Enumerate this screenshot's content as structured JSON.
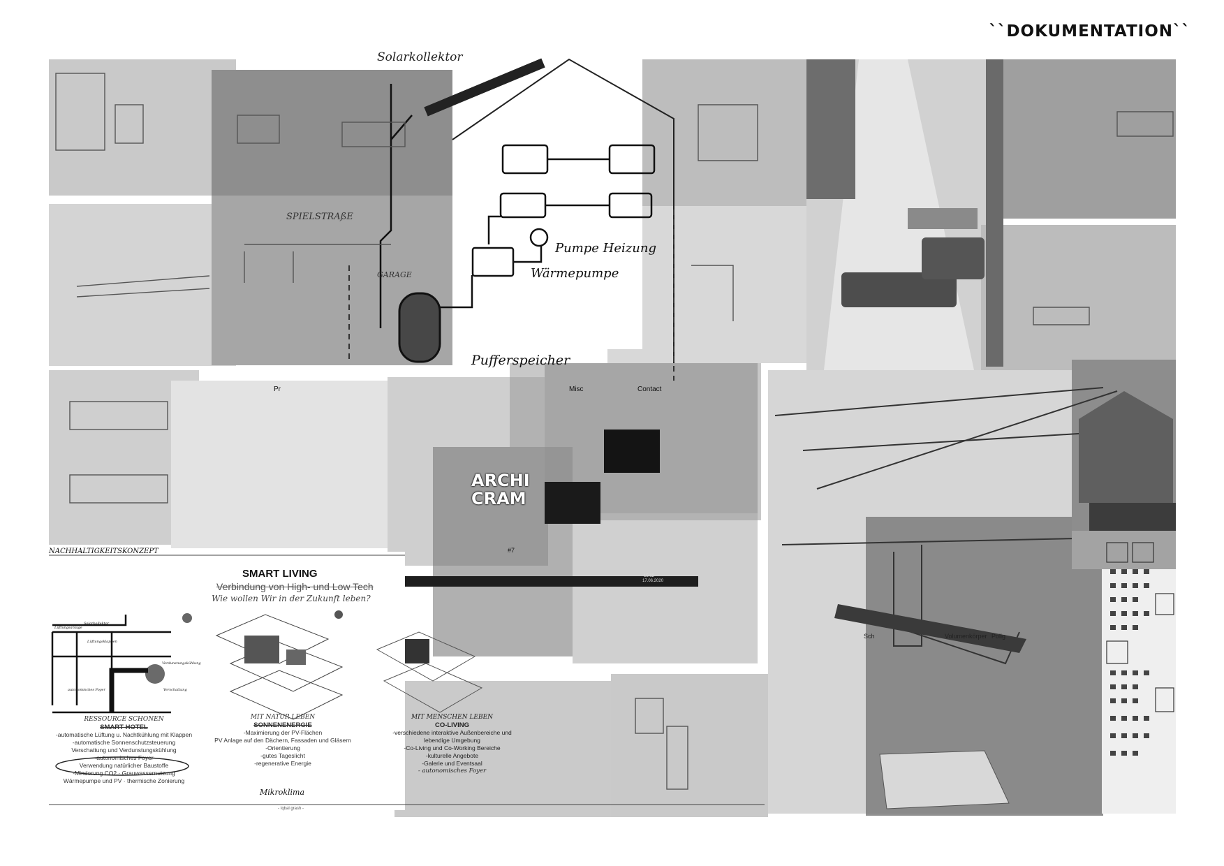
{
  "header": {
    "title": "``DOKUMENTATION``"
  },
  "sketch_labels": {
    "solar": "Solarkollektor",
    "spielstrasse": "SPIELSTRAßE",
    "garage": "GARAGE",
    "pumpe": "Pumpe Heizung",
    "waerme": "Wärmepumpe",
    "puffer": "Pufferspeicher"
  },
  "screen": {
    "tabs": [
      "Pr",
      "Misc",
      "Contact"
    ],
    "logo_lines": [
      "ARCHI",
      "CRAM"
    ],
    "page_number": "#7",
    "time": "15:12",
    "date": "17.06.2020"
  },
  "concept": {
    "heading": "NACHHALTIGKEITSKONZEPT",
    "title": "SMART LIVING",
    "subtitle": "Verbindung von High- und Low Tech",
    "question": "Wie wollen Wir in der Zukunft leben?",
    "columns": [
      {
        "hand": "RESSOURCE SCHONEN",
        "head": "SMART HOTEL",
        "lines": [
          "-automatische Lüftung u. Nachtkühlung mit Klappen",
          "-automatische Sonnenschutzsteuerung",
          "Verschattung und Verdunstungskühlung",
          "-autonomisches Foyer",
          "Verwendung natürlicher Baustoffe",
          "-Minderung CO2 · Grauwassernutzung",
          "Wärmepumpe und PV · thermische Zonierung"
        ]
      },
      {
        "hand": "MIT NATUR LEBEN",
        "head": "SONNENENERGIE",
        "lines": [
          "-Maximierung der PV-Flächen",
          "PV Anlage auf den Dächern, Fassaden und Gläsern",
          "-Orientierung",
          "-gutes Tageslicht",
          "-regenerative Energie"
        ]
      },
      {
        "hand": "MIT MENSCHEN LEBEN",
        "head": "CO-LIVING",
        "lines": [
          "-verschiedene interaktive Außenbereiche und lebendige Umgebung",
          "-Co-Living und Co-Working Bereiche",
          "-kulturelle Angebote",
          "-Galerie und Eventsaal",
          "- autonomisches Foyer"
        ]
      }
    ],
    "diagram": [
      "Lüftungsanlage",
      "Solarkollektor",
      "Lüftungsklappen",
      "Verdunstungskühlung",
      "autonomisches Foyer",
      "Verschattung"
    ],
    "signature": "Mikroklima",
    "footer": "- Iqbal grash -"
  },
  "misc_text": {
    "volumen": "Volumenkörper",
    "polig": "Polig",
    "shadow": "Sch"
  }
}
